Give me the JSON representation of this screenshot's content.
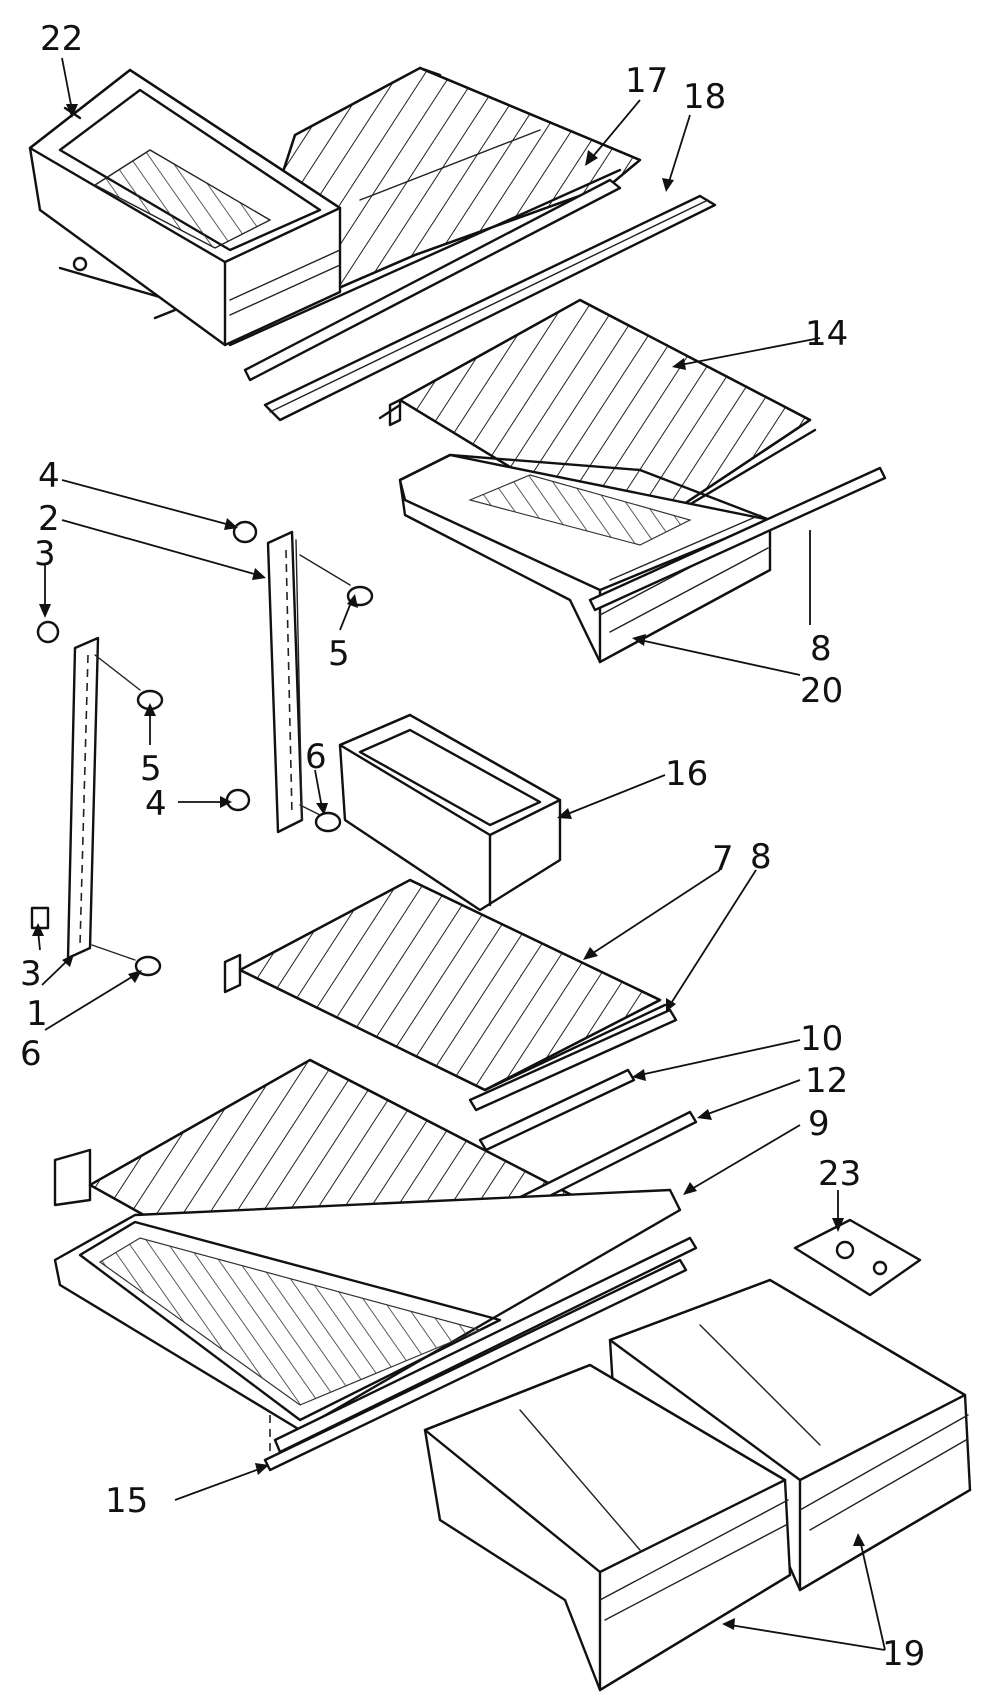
{
  "callouts": [
    {
      "id": "c22",
      "text": "22"
    },
    {
      "id": "c17",
      "text": "17"
    },
    {
      "id": "c18",
      "text": "18"
    },
    {
      "id": "c14",
      "text": "14"
    },
    {
      "id": "c4a",
      "text": "4"
    },
    {
      "id": "c2",
      "text": "2"
    },
    {
      "id": "c3a",
      "text": "3"
    },
    {
      "id": "c5a",
      "text": "5"
    },
    {
      "id": "c8a",
      "text": "8"
    },
    {
      "id": "c20",
      "text": "20"
    },
    {
      "id": "c5b",
      "text": "5"
    },
    {
      "id": "c6a",
      "text": "6"
    },
    {
      "id": "c16",
      "text": "16"
    },
    {
      "id": "c4b",
      "text": "4"
    },
    {
      "id": "c7",
      "text": "7"
    },
    {
      "id": "c8b",
      "text": "8"
    },
    {
      "id": "c3b",
      "text": "3"
    },
    {
      "id": "c1",
      "text": "1"
    },
    {
      "id": "c6b",
      "text": "6"
    },
    {
      "id": "c10",
      "text": "10"
    },
    {
      "id": "c12",
      "text": "12"
    },
    {
      "id": "c9",
      "text": "9"
    },
    {
      "id": "c23",
      "text": "23"
    },
    {
      "id": "c15",
      "text": "15"
    },
    {
      "id": "c19",
      "text": "19"
    }
  ]
}
